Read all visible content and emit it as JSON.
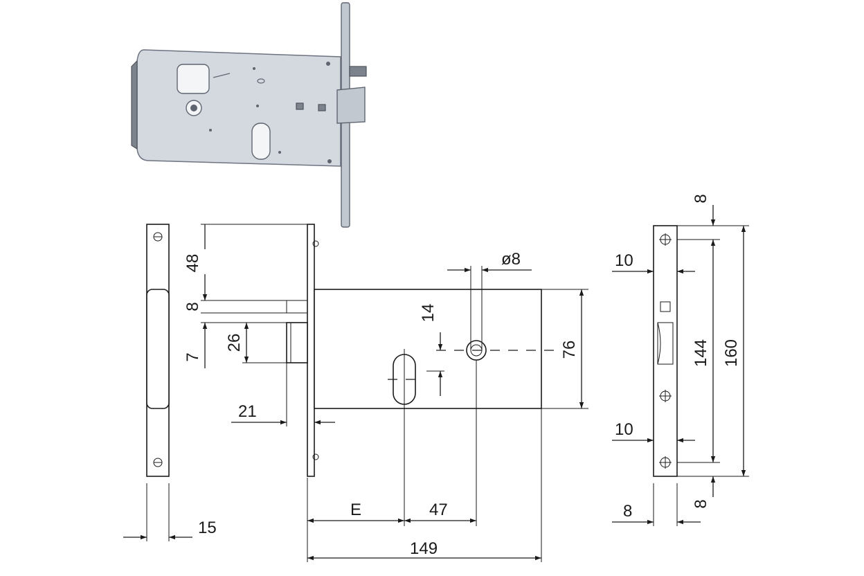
{
  "dimensions": {
    "faceplate_thickness": "15",
    "backset_top": "48",
    "latch_height": "8",
    "gap_7": "7",
    "deadbolt_height": "26",
    "projection_21": "21",
    "spindle_diameter": "ø8",
    "spindle_offset": "14",
    "case_height": "76",
    "label_E": "E",
    "spindle_to_cylinder": "47",
    "case_length": "149",
    "strike_edge_top": "8",
    "strike_screw_top": "10",
    "strike_screw_bottom": "10",
    "strike_inner": "144",
    "strike_total": "160",
    "strike_width": "8",
    "strike_edge_bottom": "8"
  }
}
